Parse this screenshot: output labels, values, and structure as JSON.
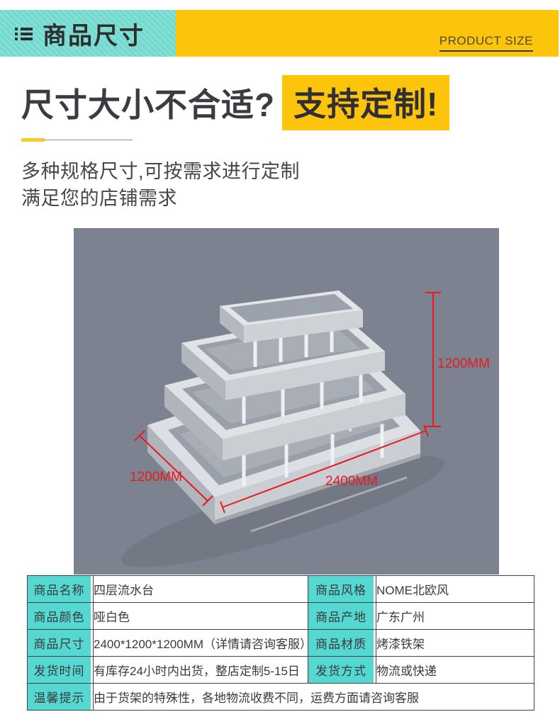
{
  "header": {
    "title": "商品尺寸",
    "subtitle": "PRODUCT SIZE",
    "icon": "list-icon",
    "teal_color": "#74dacf",
    "yellow_color": "#fcc40a"
  },
  "hero": {
    "heading": "尺寸大小不合适?",
    "highlight": "支持定制!",
    "highlight_bg": "#fcc40a",
    "desc_line1": "多种规格尺寸,可按需求进行定制",
    "desc_line2": "满足您的店铺需求"
  },
  "figure": {
    "background_color": "#7c8290",
    "dimension_color": "#e8191f",
    "height_label": "1200MM",
    "depth_label": "1200MM",
    "width_label": "2400MM"
  },
  "spec_table": {
    "border_color": "#414141",
    "label_bg_color": "#55d7d2",
    "rows": [
      {
        "label": "商品名称",
        "value": "四层流水台",
        "label2": "商品风格",
        "value2": "NOME北欧风"
      },
      {
        "label": "商品颜色",
        "value": "哑白色",
        "label2": "商品产地",
        "value2": "广东广州"
      },
      {
        "label": "商品尺寸",
        "value": "2400*1200*1200MM（详情请咨询客服）",
        "label2": "商品材质",
        "value2": "烤漆铁架"
      },
      {
        "label": "发货时间",
        "value": "有库存24小时内出货，整店定制5-15日",
        "label2": "发货方式",
        "value2": "物流或快递"
      },
      {
        "label": "温馨提示",
        "value": "由于货架的特殊性，各地物流收费不同，运费方面请咨询客服"
      }
    ]
  }
}
